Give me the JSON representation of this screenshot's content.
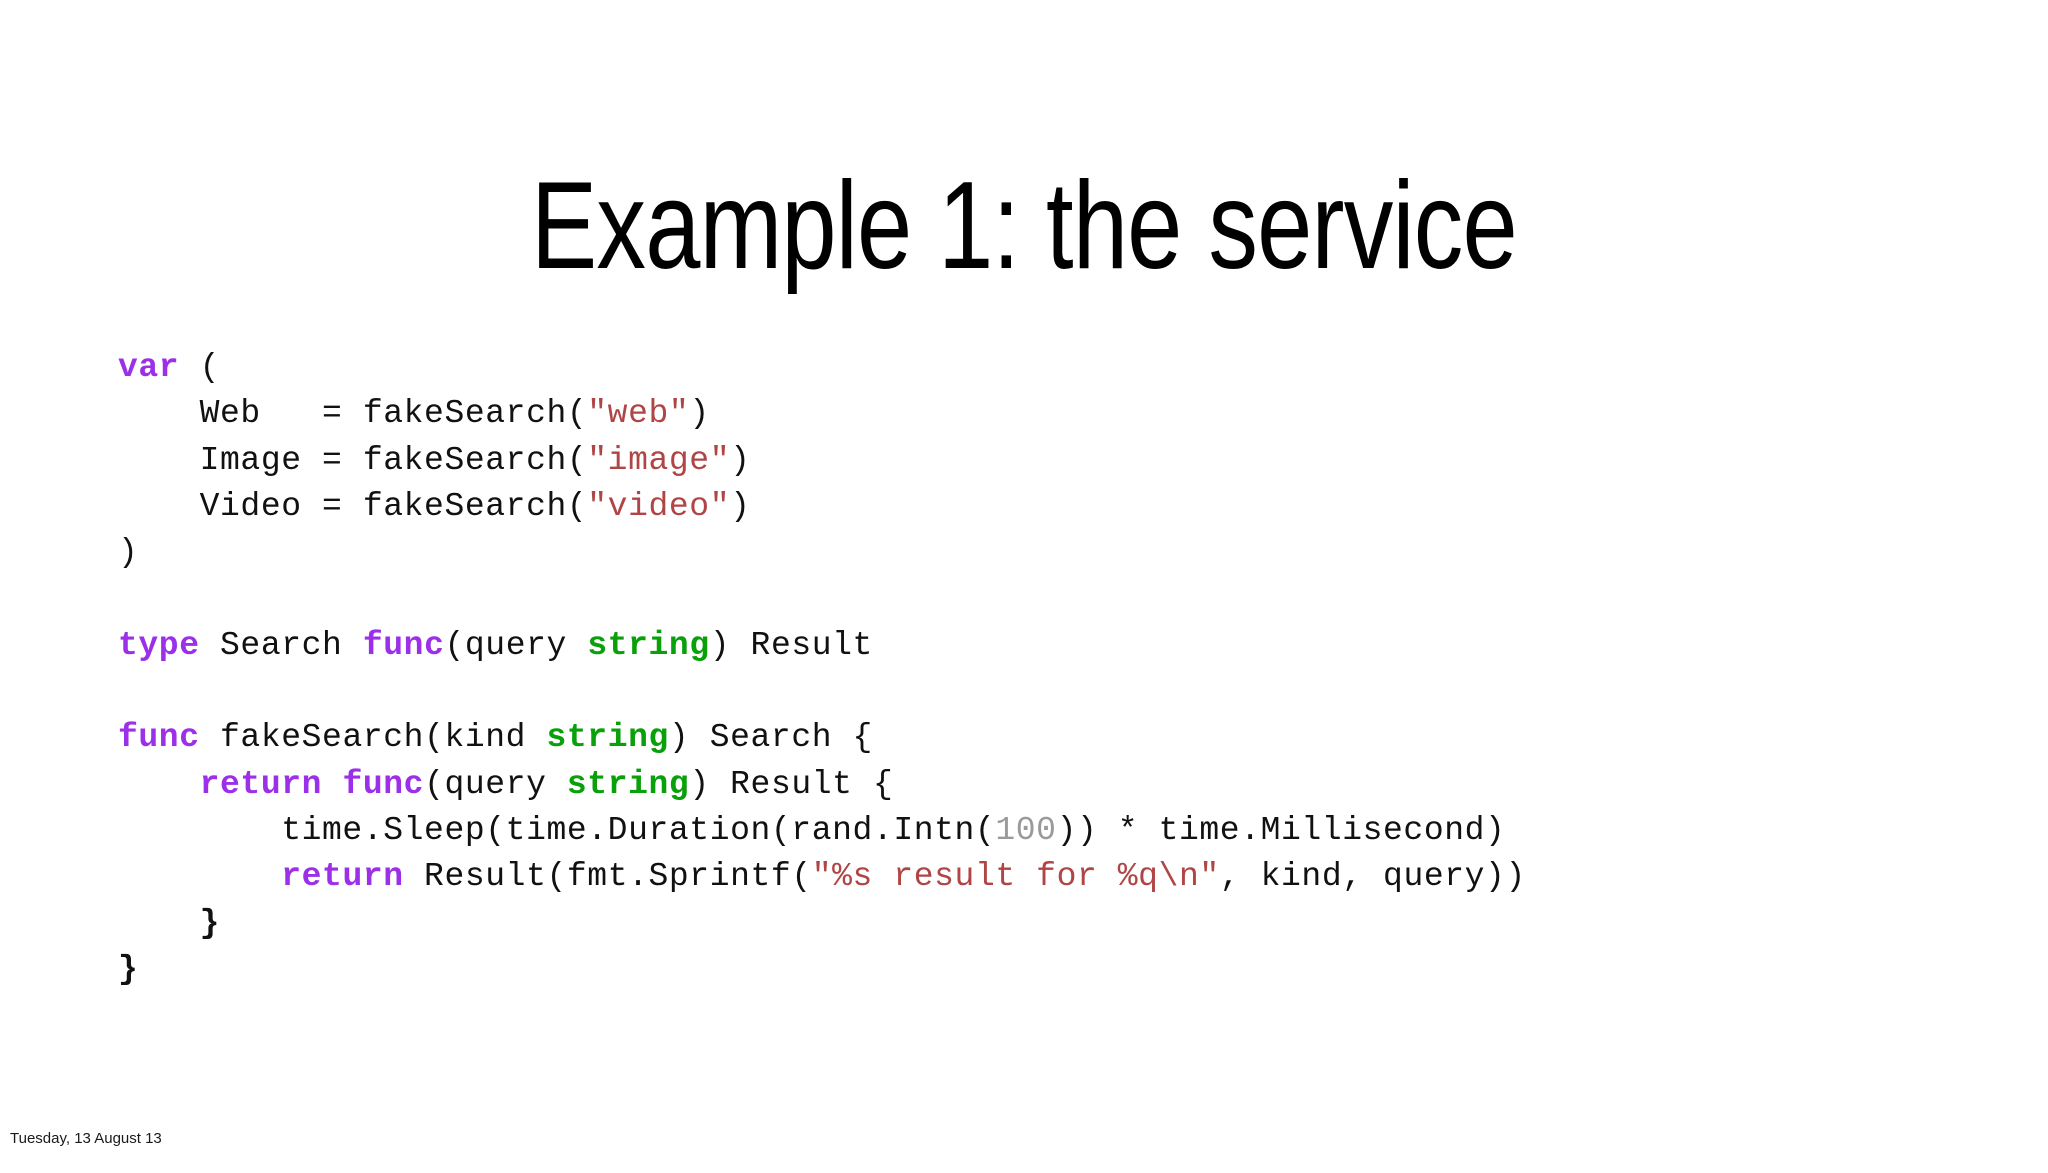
{
  "slide": {
    "title": "Example 1: the service",
    "background_color": "#ffffff",
    "footer_date": "Tuesday, 13 August 13"
  },
  "colors": {
    "text": "#111111",
    "keyword": "#9b30e8",
    "type": "#0aa00a",
    "string": "#b04545",
    "number": "#9a9a9a",
    "title": "#000000",
    "background": "#ffffff"
  },
  "code": {
    "language": "go",
    "lines": [
      [
        {
          "t": "var",
          "c": "keyword"
        },
        {
          "t": " (",
          "c": "text"
        }
      ],
      [
        {
          "t": "    Web   = fakeSearch(",
          "c": "text"
        },
        {
          "t": "\"web\"",
          "c": "string"
        },
        {
          "t": ")",
          "c": "text"
        }
      ],
      [
        {
          "t": "    Image = fakeSearch(",
          "c": "text"
        },
        {
          "t": "\"image\"",
          "c": "string"
        },
        {
          "t": ")",
          "c": "text"
        }
      ],
      [
        {
          "t": "    Video = fakeSearch(",
          "c": "text"
        },
        {
          "t": "\"video\"",
          "c": "string"
        },
        {
          "t": ")",
          "c": "text"
        }
      ],
      [
        {
          "t": ")",
          "c": "text"
        }
      ],
      [],
      [
        {
          "t": "type",
          "c": "keyword"
        },
        {
          "t": " Search ",
          "c": "text"
        },
        {
          "t": "func",
          "c": "keyword"
        },
        {
          "t": "(query ",
          "c": "text"
        },
        {
          "t": "string",
          "c": "type"
        },
        {
          "t": ") Result",
          "c": "text"
        }
      ],
      [],
      [
        {
          "t": "func",
          "c": "keyword"
        },
        {
          "t": " fakeSearch(kind ",
          "c": "text"
        },
        {
          "t": "string",
          "c": "type"
        },
        {
          "t": ") Search {",
          "c": "text"
        }
      ],
      [
        {
          "t": "    ",
          "c": "text"
        },
        {
          "t": "return",
          "c": "keyword"
        },
        {
          "t": " ",
          "c": "text"
        },
        {
          "t": "func",
          "c": "keyword"
        },
        {
          "t": "(query ",
          "c": "text"
        },
        {
          "t": "string",
          "c": "type"
        },
        {
          "t": ") Result {",
          "c": "text"
        }
      ],
      [
        {
          "t": "        time.Sleep(time.Duration(rand.Intn(",
          "c": "text"
        },
        {
          "t": "100",
          "c": "number"
        },
        {
          "t": ")) * time.Millisecond)",
          "c": "text"
        }
      ],
      [
        {
          "t": "        ",
          "c": "text"
        },
        {
          "t": "return",
          "c": "keyword"
        },
        {
          "t": " Result(fmt.Sprintf(",
          "c": "text"
        },
        {
          "t": "\"%s result for %q\\n\"",
          "c": "string"
        },
        {
          "t": ", kind, query))",
          "c": "text"
        }
      ],
      [
        {
          "t": "    ",
          "c": "text"
        },
        {
          "t": "}",
          "c": "brace"
        }
      ],
      [
        {
          "t": "}",
          "c": "brace"
        }
      ]
    ]
  }
}
